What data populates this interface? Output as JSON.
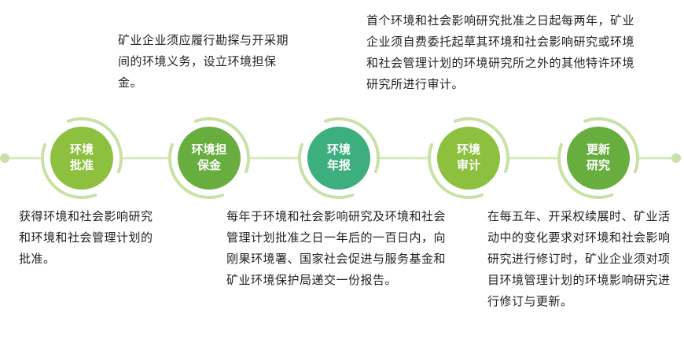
{
  "steps": [
    {
      "label_line1": "环境",
      "label_line2": "批准",
      "color": "#8DC03F",
      "description": "获得环境和社会影响研究和环境和社会管理计划的批准。"
    },
    {
      "label_line1": "环境担",
      "label_line2": "保金",
      "color": "#67AE3E",
      "description": "矿业企业须应履行勘探与开采期间的环境义务，设立环境担保金。"
    },
    {
      "label_line1": "环境",
      "label_line2": "年报",
      "color": "#3DAF7F",
      "description": "每年于环境和社会影响研究及环境和社会管理计划批准之日一年后的一百日内，向刚果环境署、国家社会促进与服务基金和矿业环境保护局递交一份报告。"
    },
    {
      "label_line1": "环境",
      "label_line2": "审计",
      "color": "#8DC03F",
      "description": "首个环境和社会影响研究批准之日起每两年，矿业企业须自费委托起草其环境和社会影响研究或环境和社会管理计划的环境研究所之外的其他特许环境研究所进行审计。"
    },
    {
      "label_line1": "更新",
      "label_line2": "研究",
      "color": "#67AE3E",
      "description": "在每五年、开采权续展时、矿业活动中的变化要求对环境和社会影响研究进行修订时，矿业企业须对项目环境管理计划的环境影响研究进行修订与更新。"
    }
  ],
  "colors": {
    "line": "#D7E9B8",
    "ring": "#C9E1A5",
    "endpoint": "#C9E1A5"
  }
}
